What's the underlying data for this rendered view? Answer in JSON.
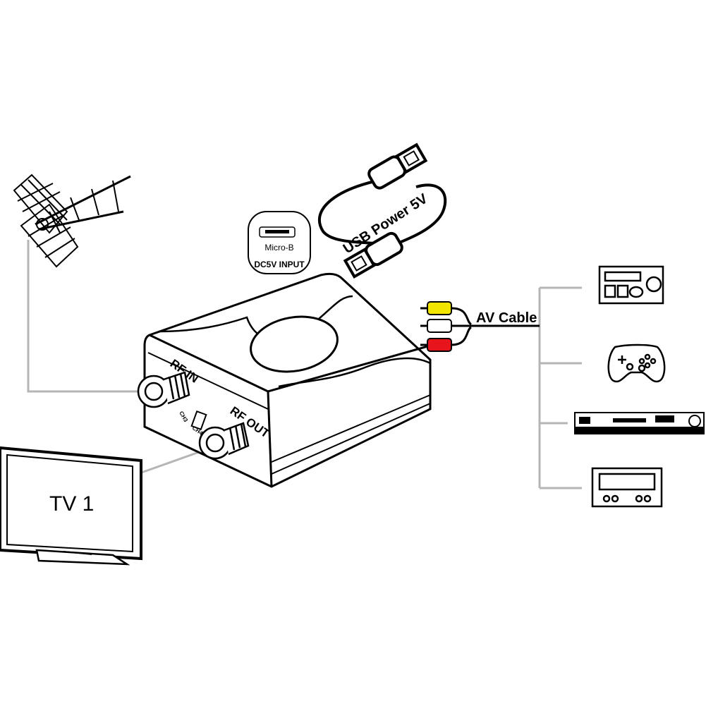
{
  "labels": {
    "micro_b": "Micro-B",
    "dc_input": "DC5V INPUT",
    "usb_power": "USB Power 5V",
    "av_cable": "AV Cable",
    "rf_in": "RF IN",
    "rf_out": "RF OUT",
    "ch3": "CH3",
    "ch4": "CH4",
    "tv": "TV 1"
  },
  "colors": {
    "line": "#000000",
    "connector": "#b5b5b5",
    "rca_yellow": "#f2e600",
    "rca_white": "#ffffff",
    "rca_red": "#e8141b"
  },
  "icons": [
    "antenna-icon",
    "radio-icon",
    "gamepad-icon",
    "dvd-player-icon",
    "set-top-box-icon",
    "tv-icon",
    "usb-cable-icon",
    "rca-plugs-icon"
  ]
}
